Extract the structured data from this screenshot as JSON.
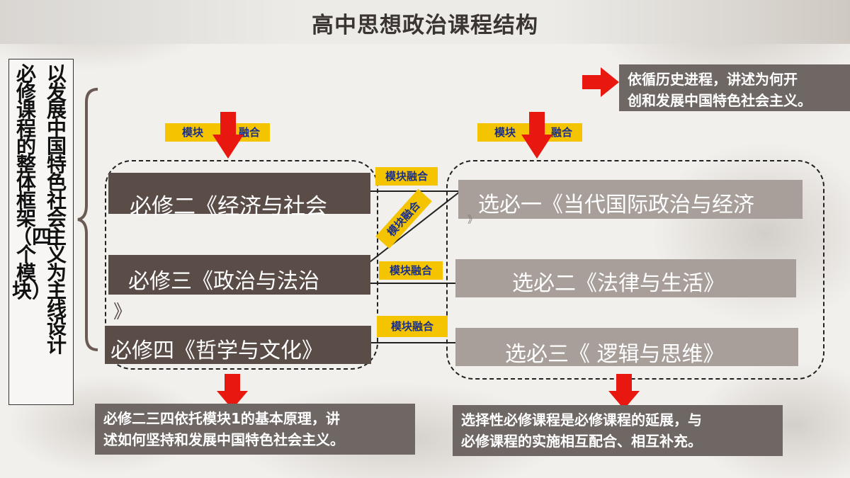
{
  "title": "高中思想政治课程结构",
  "vertical": {
    "col_right": "以发展中国特色社会主义为主线设计",
    "col_left": "必修课程的整体框架（四个模块）"
  },
  "tags": {
    "top_left_a": "模块",
    "top_left_b": "融合",
    "top_right_a": "模块",
    "top_right_b": "融合",
    "link1": "模块融合",
    "link2_diag": "模块融合",
    "link3": "模块融合",
    "link4": "模块融合"
  },
  "compulsory": [
    {
      "label": "必修二《经济与社会"
    },
    {
      "label": "必修三《政治与法治"
    },
    {
      "label": "必修四《哲学与文化》"
    }
  ],
  "compulsory_overflow": "》",
  "elective": [
    {
      "label": "选必一《当代国际政治与经济"
    },
    {
      "label": "选必二《法律与生活》"
    },
    {
      "label": "选必三《 逻辑与思维》"
    }
  ],
  "elective_overflow": "》",
  "callouts": {
    "top_right": [
      "依循历史进程，讲述为何开",
      "创和发展中国特色社会主义。"
    ],
    "bottom_left": [
      "必修二三四依托模块1的基本原理，讲",
      "述如何坚持和发展中国特色社会主义。"
    ],
    "bottom_right": [
      "选择性必修课程是必修课程的延展，与",
      "必修课程的实施相互配合、相互补充。"
    ]
  },
  "colors": {
    "dark_bar": "#5a4c47",
    "light_bar": "#a89f9b",
    "tag_yellow": "#f5c400",
    "tag_text": "#1a2f8a",
    "arrow_red": "#e8170f",
    "callout_gray": "#6e6764"
  },
  "icons": [
    "down-arrow-icon",
    "right-arrow-icon",
    "curly-brace-icon"
  ]
}
